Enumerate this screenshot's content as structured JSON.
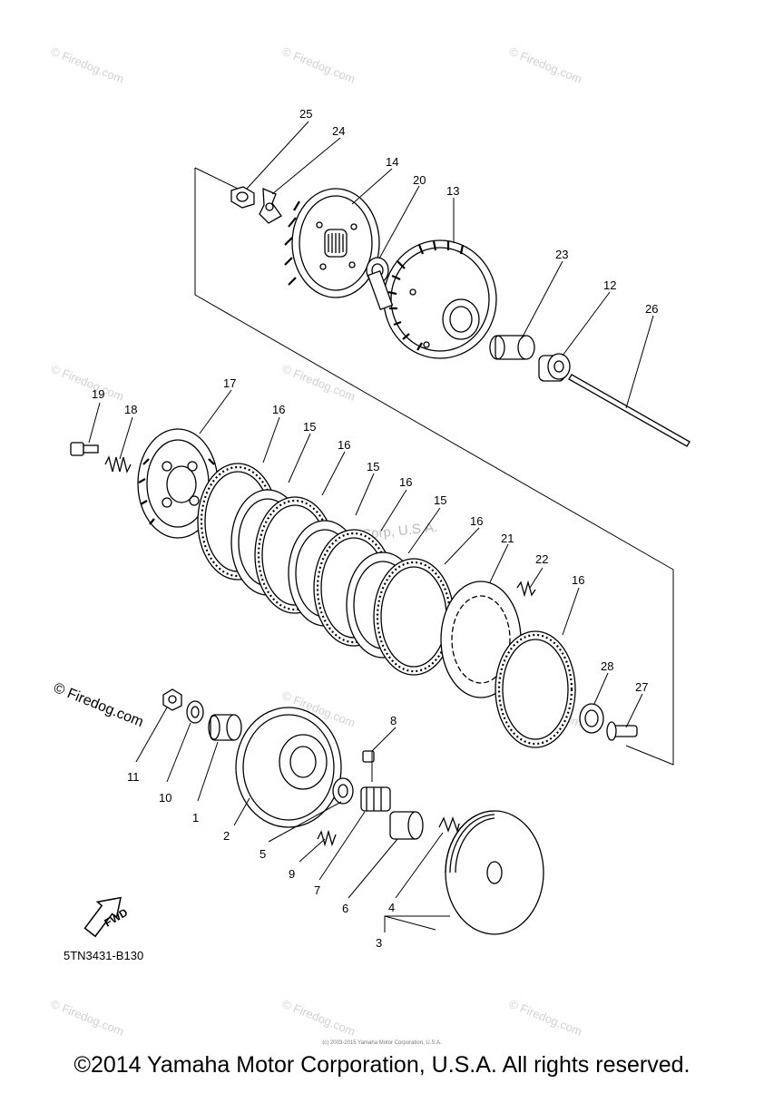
{
  "diagram": {
    "callouts": [
      "25",
      "24",
      "14",
      "20",
      "13",
      "23",
      "12",
      "26",
      "19",
      "18",
      "17",
      "16",
      "15",
      "16",
      "15",
      "16",
      "15",
      "16",
      "21",
      "22",
      "16",
      "28",
      "27",
      "8",
      "11",
      "10",
      "1",
      "2",
      "5",
      "9",
      "7",
      "6",
      "4",
      "3"
    ],
    "figure_code": "5TN3431-B130",
    "fwd_label": "FWD",
    "center_watermark": "Yamaha Motor Corp, U.S.A.",
    "watermark": "© Firedog.com",
    "fine_print": "(c) 2003-2015 Yamaha Motor Corporation, U.S.A.",
    "footer": "©2014 Yamaha Motor Corporation, U.S.A. All rights reserved."
  }
}
